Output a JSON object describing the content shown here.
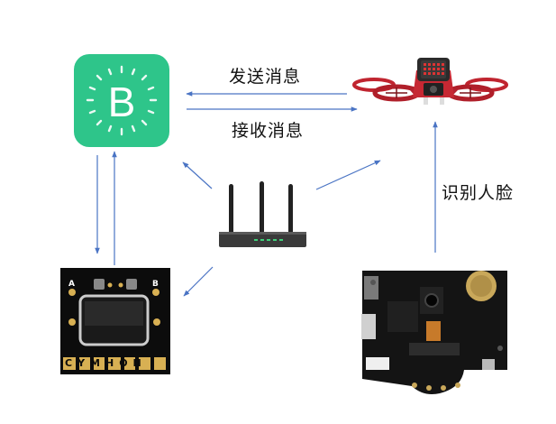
{
  "labels": {
    "send_message": "发送消息",
    "receive_message": "接收消息",
    "face_recognition": "识别人脸"
  },
  "blynk": {
    "letter": "B",
    "color": "#2ec58a"
  },
  "board": {
    "pin_a": "A",
    "pin_b": "B",
    "brand": "CYMHON"
  },
  "colors": {
    "arrow": "#4a74c4",
    "drone_red": "#c0242f"
  },
  "icons": [
    "blynk-logo-icon",
    "drone-icon",
    "router-icon",
    "mpython-board-icon",
    "camera-module-icon"
  ]
}
